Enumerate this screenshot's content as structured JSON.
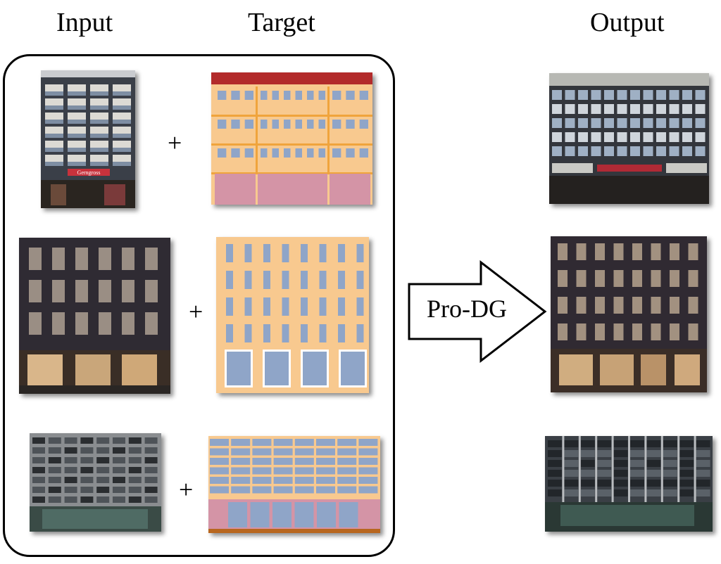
{
  "headers": {
    "input": "Input",
    "target": "Target",
    "output": "Output"
  },
  "operators": {
    "plus": "+"
  },
  "arrow": {
    "label": "Pro-DG"
  },
  "signage": {
    "row1": "Gerngross"
  },
  "colors": {
    "facade_orange": "#f8c98f",
    "frame_orange": "#f0a43c",
    "window_blue": "#8fa5c8",
    "shop_pink": "#d494a6",
    "roof_red": "#b22a2a",
    "base_brown": "#b8661e"
  }
}
